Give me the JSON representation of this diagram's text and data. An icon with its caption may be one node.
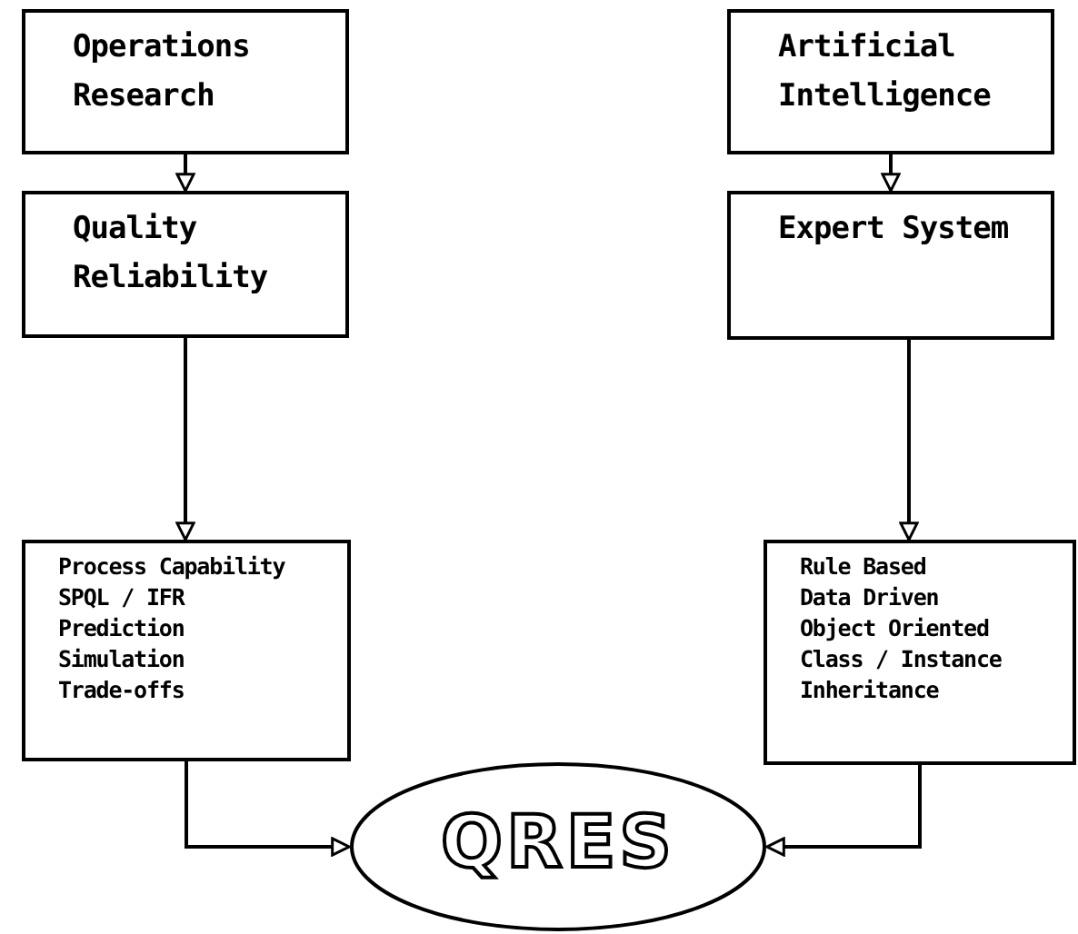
{
  "diagram": {
    "nodes": [
      {
        "text": [
          "Operations Research"
        ]
      },
      {
        "text": [
          "Artificial Intelligence"
        ]
      },
      {
        "text": [
          "Quality Reliability"
        ]
      },
      {
        "text": [
          "Expert System"
        ]
      },
      {
        "text": [
          "Process Capability",
          "SPQL / IFR",
          "Prediction",
          "Simulation",
          "Trade-offs"
        ]
      },
      {
        "text": [
          "Rule Based",
          "Data Driven",
          "Object Oriented",
          "Class / Instance",
          "Inheritance"
        ]
      },
      {
        "text": [
          "QRES"
        ]
      }
    ],
    "edges": [
      {
        "from": 0,
        "to": 2,
        "arrow": "to"
      },
      {
        "from": 1,
        "to": 3,
        "arrow": "to"
      },
      {
        "from": 2,
        "to": 4,
        "arrow": "to"
      },
      {
        "from": 3,
        "to": 5,
        "arrow": "to"
      },
      {
        "from": 4,
        "to": 6,
        "arrow": "to"
      },
      {
        "from": 5,
        "to": 6,
        "arrow": "to"
      }
    ]
  }
}
